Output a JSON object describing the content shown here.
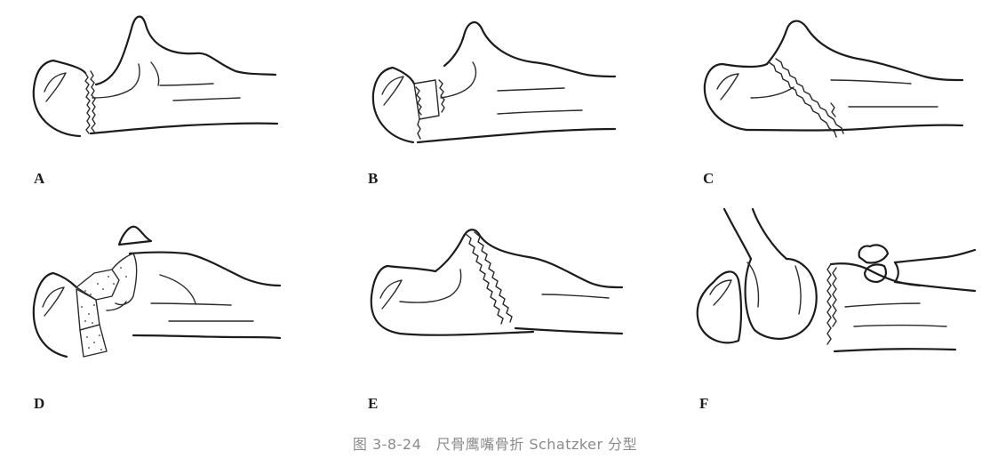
{
  "panels": [
    {
      "id": "A",
      "label": "A"
    },
    {
      "id": "B",
      "label": "B"
    },
    {
      "id": "C",
      "label": "C"
    },
    {
      "id": "D",
      "label": "D"
    },
    {
      "id": "E",
      "label": "E"
    },
    {
      "id": "F",
      "label": "F"
    }
  ],
  "caption": "图 3-8-24　尺骨鹰嘴骨折 Schatzker 分型",
  "colors": {
    "line": "#1c1c1c",
    "caption": "#8a8a8a",
    "background": "#ffffff"
  }
}
